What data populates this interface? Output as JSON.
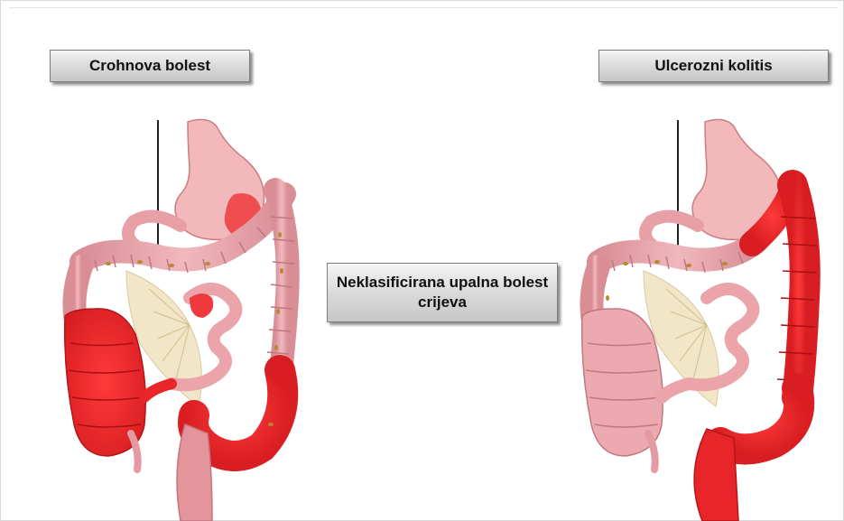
{
  "labels": {
    "crohn": "Crohnova bolest",
    "unclassified": "Neklasificirana upalna bolest crijeva",
    "ulcerative_colitis": "Ulcerozni kolitis"
  },
  "colors": {
    "inflamed": "#e8262a",
    "healthy": "#e9a7ad",
    "mesentery": "#f2e6c8",
    "fat_spots": "#b58a2e",
    "stomach": "#f0b2b4"
  }
}
